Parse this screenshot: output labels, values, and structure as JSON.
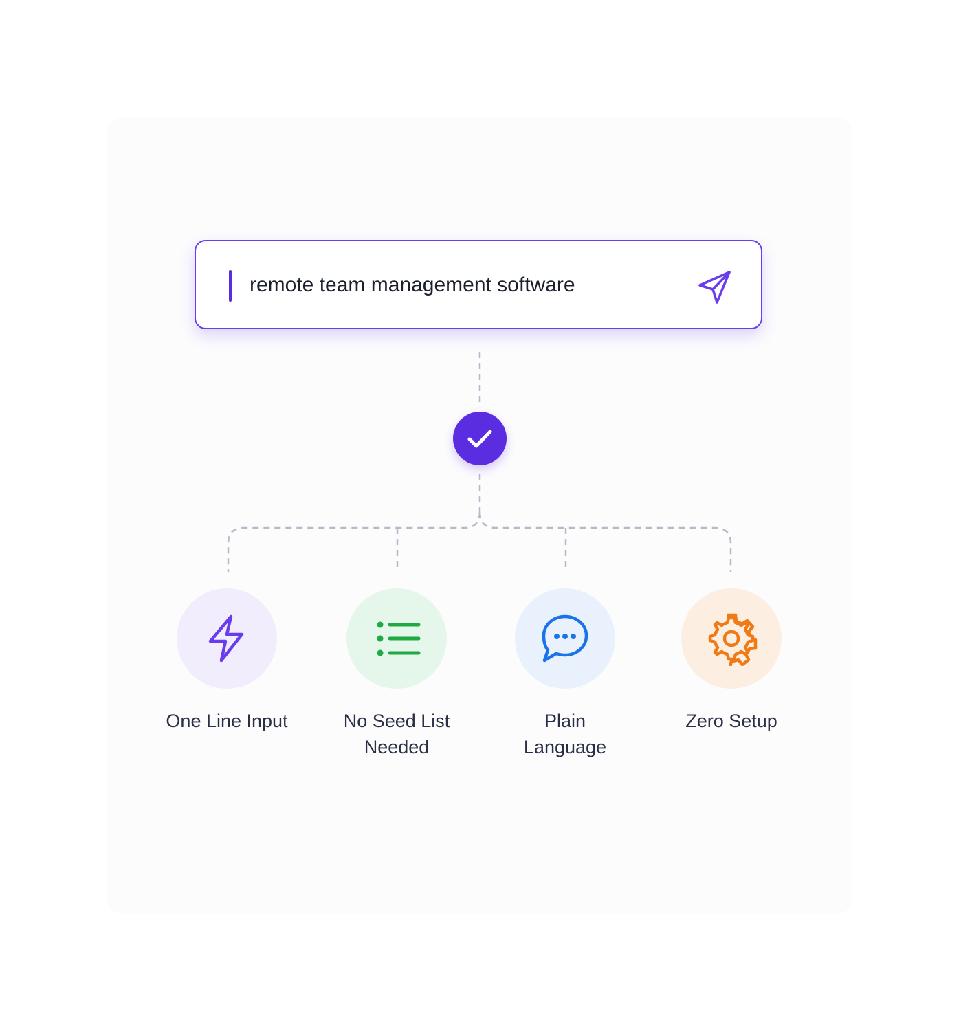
{
  "search": {
    "query": "remote team management software",
    "send_icon": "send-icon"
  },
  "status": {
    "icon": "check-icon",
    "color": "#5b2de0"
  },
  "features": [
    {
      "label": "One Line Input",
      "icon": "lightning-icon",
      "icon_color": "#6a3cf0",
      "bg_color": "#f1edfd"
    },
    {
      "label": "No Seed List Needed",
      "icon": "list-icon",
      "icon_color": "#1faa44",
      "bg_color": "#e5f6ea"
    },
    {
      "label": "Plain Language",
      "icon": "chat-bubble-icon",
      "icon_color": "#1a73e8",
      "bg_color": "#e8f1fc"
    },
    {
      "label": "Zero Setup",
      "icon": "gear-icon",
      "icon_color": "#f07a16",
      "bg_color": "#fdeee2"
    }
  ],
  "colors": {
    "accent": "#6a3cf0",
    "connector": "#b9b7c9",
    "text": "#2a2f45"
  }
}
